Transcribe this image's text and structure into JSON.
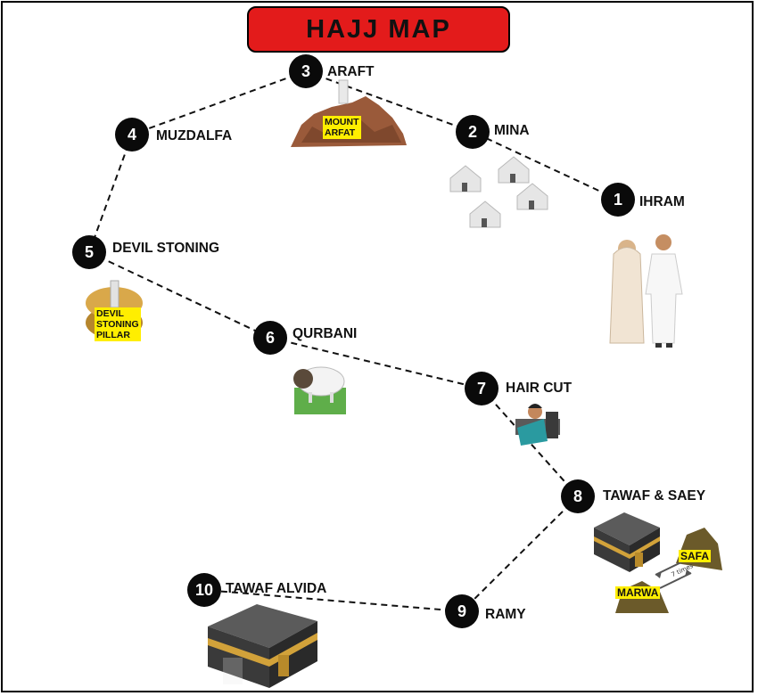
{
  "title": "HAJJ  MAP",
  "steps": [
    {
      "number": "1",
      "label": "IHRAM"
    },
    {
      "number": "2",
      "label": "MINA"
    },
    {
      "number": "3",
      "label": "ARAFT"
    },
    {
      "number": "4",
      "label": "MUZDALFA"
    },
    {
      "number": "5",
      "label": "DEVIL STONING"
    },
    {
      "number": "6",
      "label": "QURBANI"
    },
    {
      "number": "7",
      "label": "HAIR CUT"
    },
    {
      "number": "8",
      "label": "TAWAF & SAEY"
    },
    {
      "number": "9",
      "label": "RAMY"
    },
    {
      "number": "10",
      "label": "TAWAF ALVIDA"
    }
  ],
  "tags": {
    "mount_arafat": [
      "MOUNT",
      "ARFAT"
    ],
    "stoning_pillar": [
      "DEVIL",
      "STONING",
      "PILLAR"
    ],
    "safa": "SAFA",
    "marwa": "MARWA",
    "seven_times": "7 times"
  },
  "colors": {
    "banner": "#e31b1b",
    "node": "#0a0a0a",
    "tag": "#ffee00"
  },
  "icons": [
    "tents-icon",
    "pilgrims-icon",
    "mountain-icon",
    "pillar-icon",
    "sheep-icon",
    "barber-icon",
    "kaaba-icon",
    "hills-icon"
  ]
}
